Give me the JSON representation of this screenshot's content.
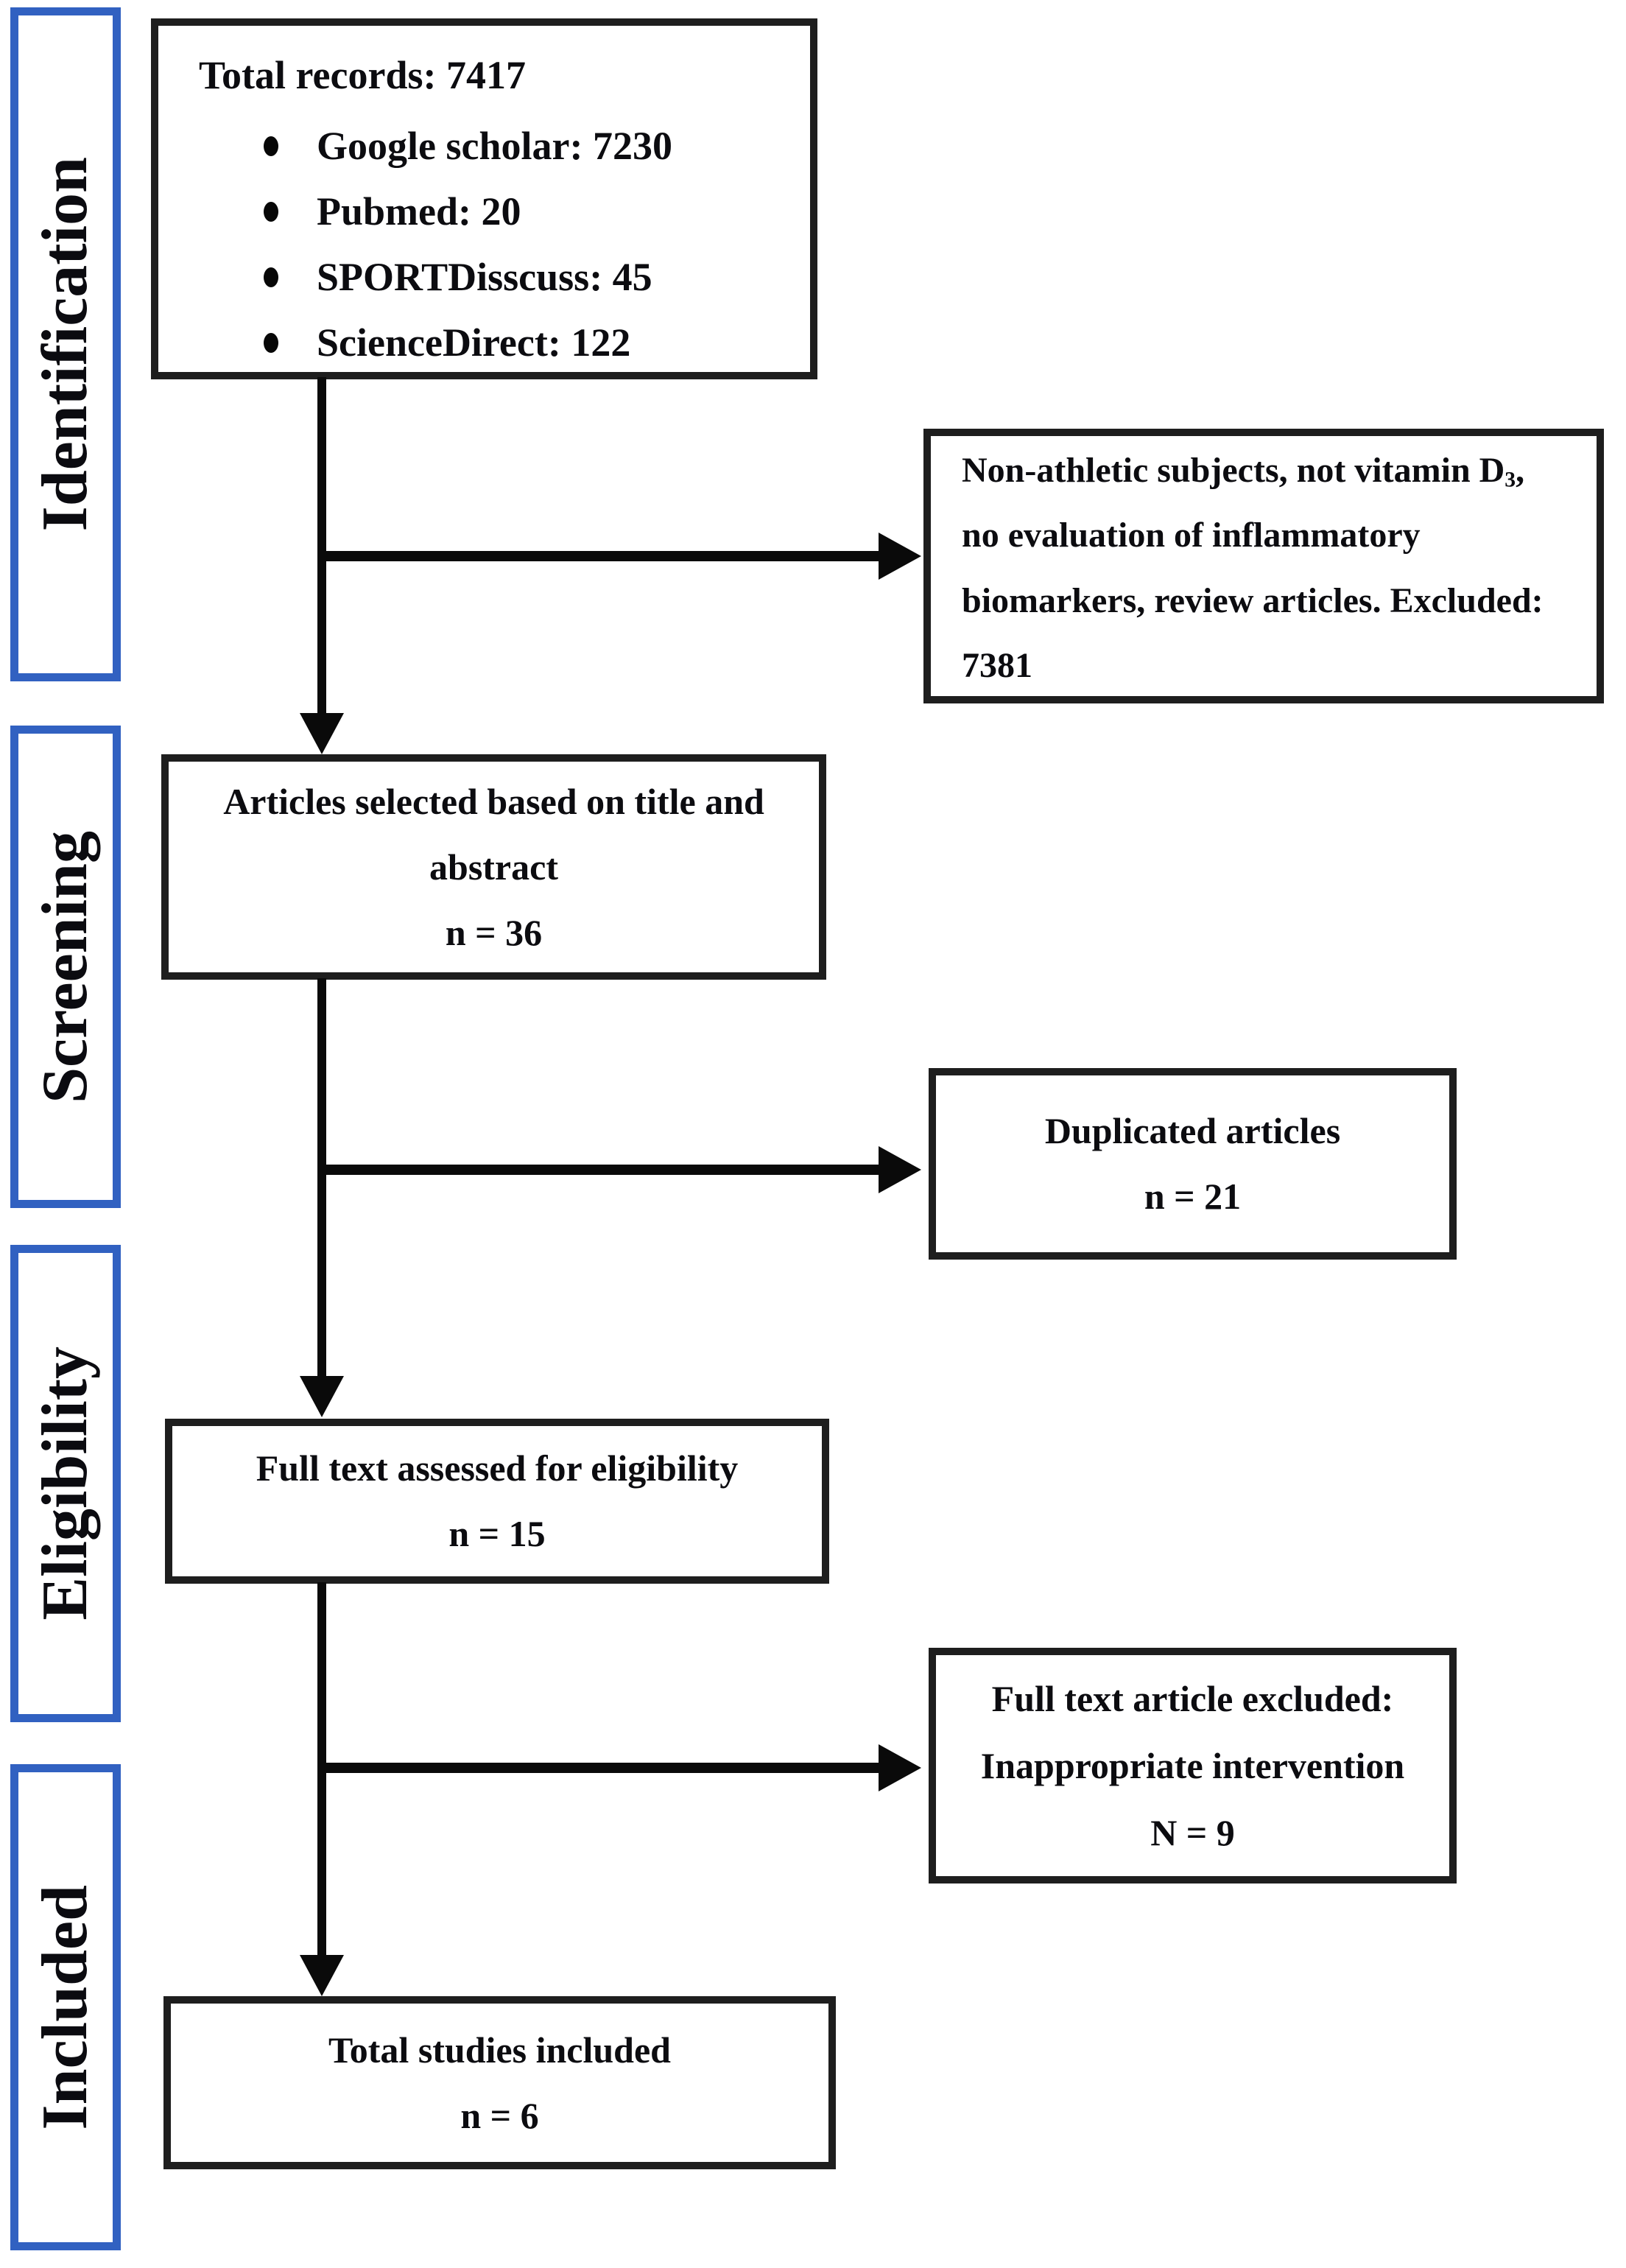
{
  "palette": {
    "stage_border_blue": "#3161c1",
    "box_border": "#1e1e1e",
    "arrow": "#0a0a0a",
    "text": "#0c0c10",
    "background": "#ffffff"
  },
  "stages": [
    {
      "label": "Identification"
    },
    {
      "label": "Screening"
    },
    {
      "label": "Eligibility"
    },
    {
      "label": "Included"
    }
  ],
  "flow": {
    "records": {
      "title": "Total records: 7417",
      "bullets": [
        "Google scholar: 7230",
        "Pubmed: 20",
        "SPORTDisscuss: 45",
        "ScienceDirect: 122"
      ]
    },
    "excluded_records": {
      "text_before_sub": "Non-athletic subjects, not vitamin D",
      "subscript": "3",
      "text_after_sub": ", no evaluation of inflammatory biomarkers, review articles. Excluded: 7381"
    },
    "title_abstract": {
      "title": "Articles selected based on title and abstract",
      "count": "n = 36"
    },
    "duplicated": {
      "title": "Duplicated articles",
      "count": "n = 21"
    },
    "full_text": {
      "title": "Full text assessed for eligibility",
      "count": "n = 15"
    },
    "full_text_excluded": {
      "line1": "Full text article excluded:",
      "line2": "Inappropriate intervention",
      "count": "N = 9"
    },
    "included_studies": {
      "title": "Total studies included",
      "count": "n = 6"
    }
  }
}
